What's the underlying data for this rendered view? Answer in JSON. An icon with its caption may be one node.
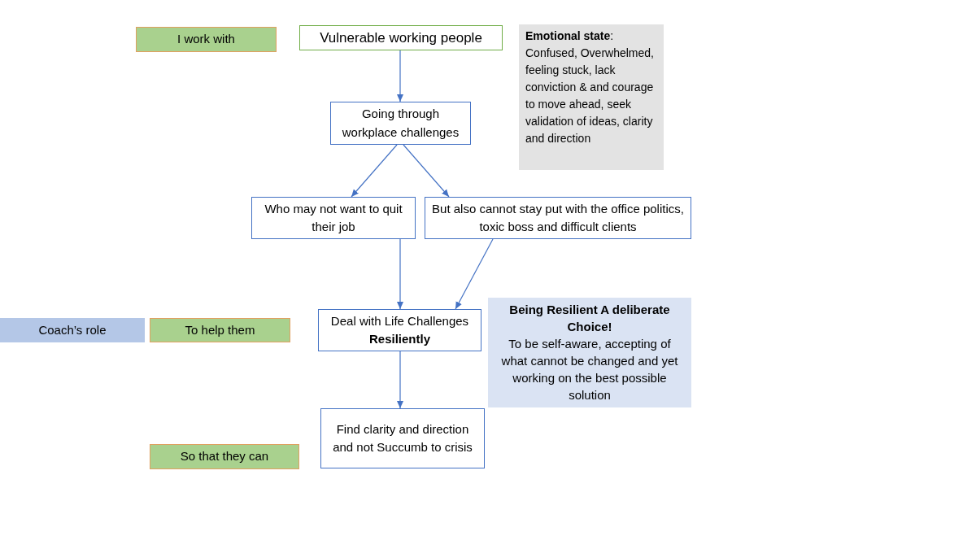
{
  "diagram": {
    "nodes": [
      {
        "text": [
          "I work with"
        ]
      },
      {
        "text": [
          "Vulnerable  working  people"
        ]
      },
      {
        "text": [
          "**Emotional state**: Confused, Overwhelmed, feeling stuck, lack conviction & and courage to move ahead, seek validation of ideas, clarity and direction"
        ]
      },
      {
        "text": [
          "Going through workplace challenges"
        ]
      },
      {
        "text": [
          "Who may not want to quit their  job"
        ]
      },
      {
        "text": [
          "But also cannot stay put with the office politics, toxic boss and difficult clients"
        ]
      },
      {
        "text": [
          "Coach’s role"
        ]
      },
      {
        "text": [
          "To help them"
        ]
      },
      {
        "text": [
          "Deal with Life Challenges **Resiliently**"
        ]
      },
      {
        "text": [
          "Being Resilient A deliberate Choice!",
          "To be self-aware, accepting of what cannot be changed and yet working on the best possible solution"
        ]
      },
      {
        "text": [
          "Find clarity and direction and not Succumb to crisis"
        ]
      },
      {
        "text": [
          "So that they can"
        ]
      }
    ],
    "edges": [
      {
        "from": 1,
        "to": 3,
        "arrow": "to"
      },
      {
        "from": 3,
        "to": 4,
        "arrow": "to"
      },
      {
        "from": 3,
        "to": 5,
        "arrow": "to"
      },
      {
        "from": 4,
        "to": 8,
        "arrow": "to"
      },
      {
        "from": 5,
        "to": 8,
        "arrow": "to"
      },
      {
        "from": 8,
        "to": 10,
        "arrow": "to"
      }
    ]
  }
}
